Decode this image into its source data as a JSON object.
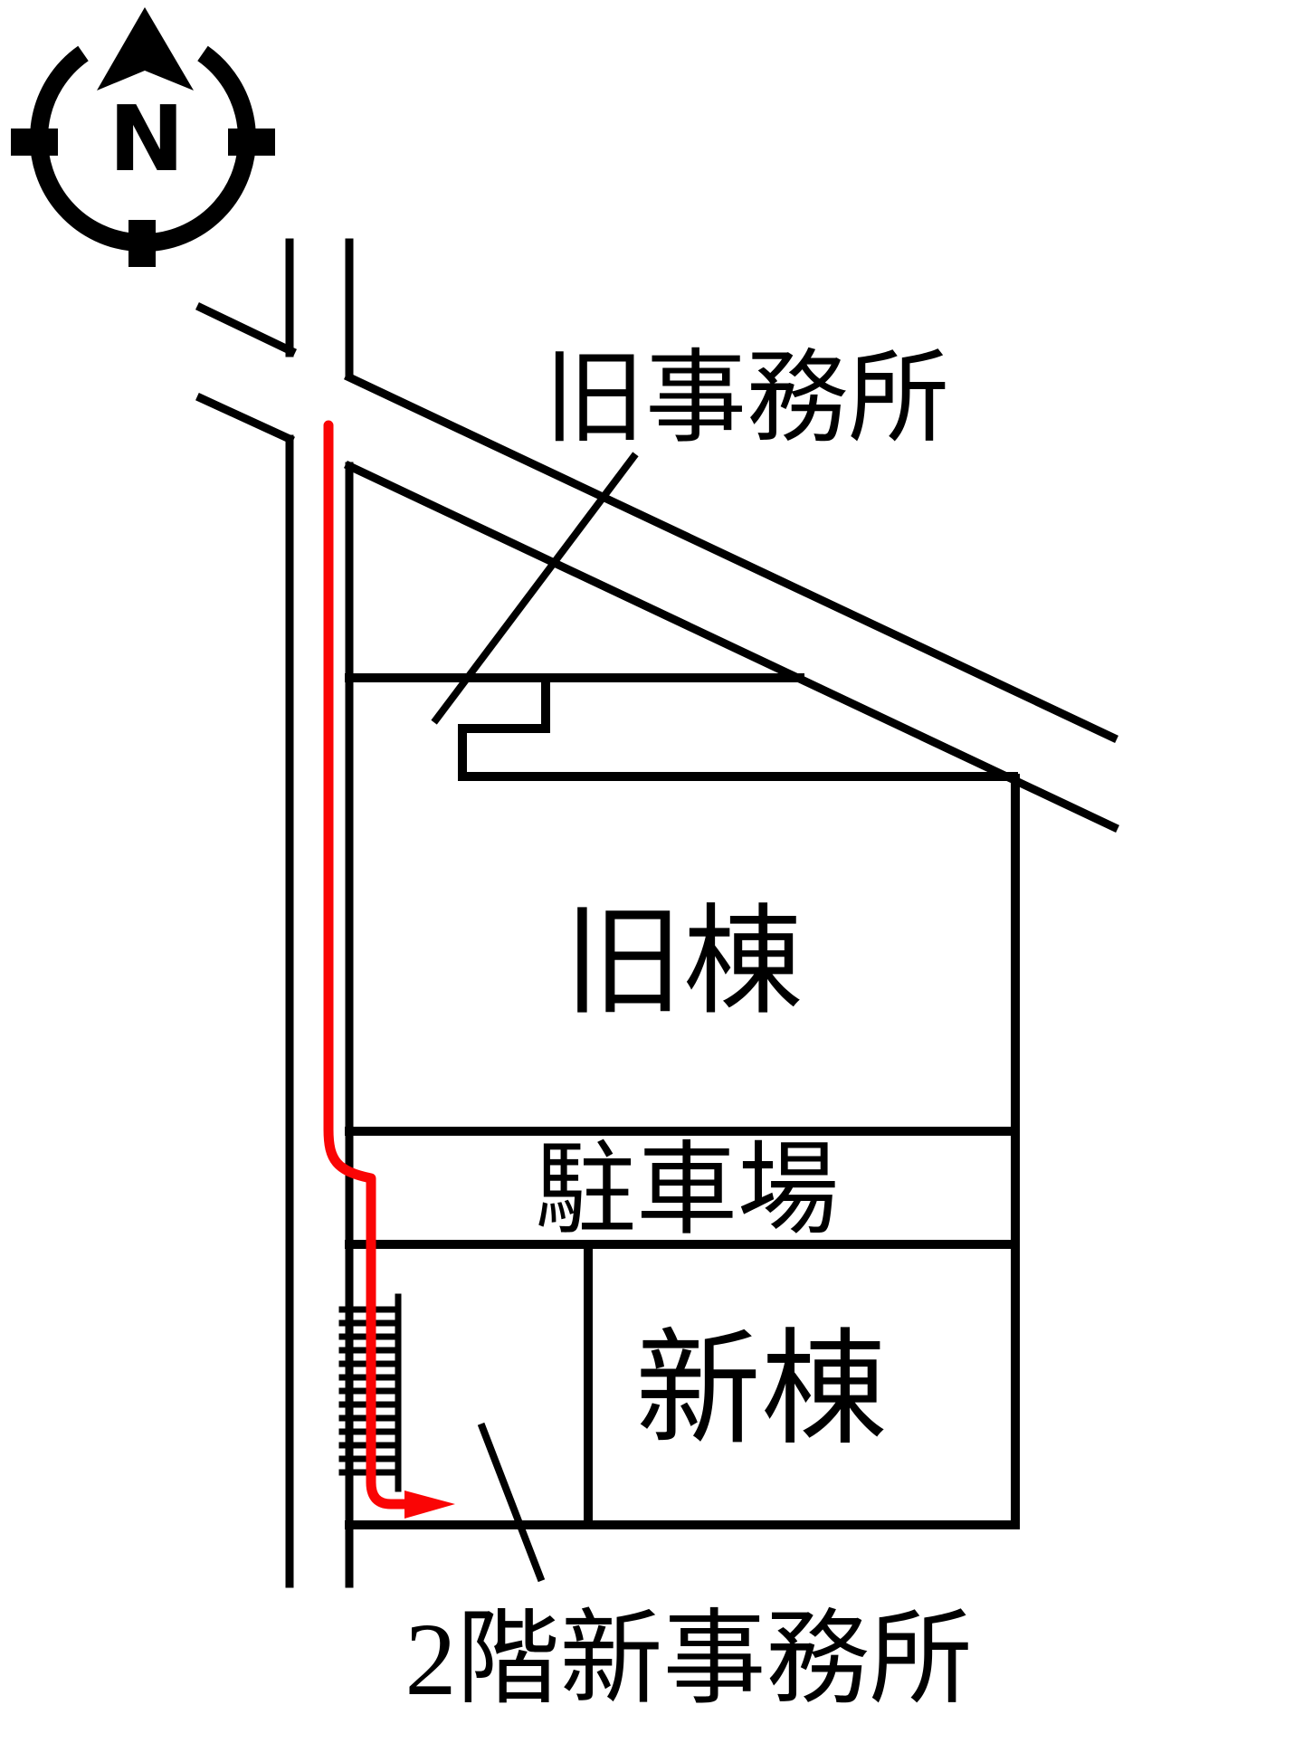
{
  "compass": {
    "label": "N"
  },
  "labels": {
    "old_office": "旧事務所",
    "old_building": "旧棟",
    "parking": "駐車場",
    "new_building": "新棟",
    "new_office": "2階新事務所"
  },
  "colors": {
    "line": "#000000",
    "route": "#fa0505",
    "background": "#ffffff"
  }
}
